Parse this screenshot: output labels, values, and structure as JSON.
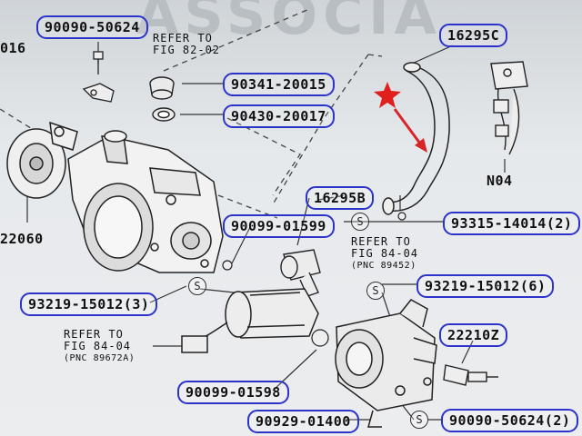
{
  "parts": {
    "p1": "90090-50624",
    "p2": "90341-20015",
    "p3": "90430-20017",
    "p4": "16295C",
    "p5": "16295B",
    "p6": "90099-01599",
    "p7": "93315-14014(2)",
    "p8": "93219-15012(3)",
    "p9": "93219-15012(6)",
    "p10": "22210Z",
    "p11": "90099-01598",
    "p12": "90929-01400",
    "p13": "90090-50624(2)"
  },
  "plain_labels": {
    "l016": "016",
    "l22060": "22060",
    "lN04": "N04"
  },
  "refs": {
    "r1": {
      "line1": "REFER TO",
      "line2": "FIG 82-02"
    },
    "r2": {
      "line1": "REFER TO",
      "line2": "FIG 84-04",
      "pnc": "(PNC 89452)"
    },
    "r3": {
      "line1": "REFER TO",
      "line2": "FIG 84-04",
      "pnc": "(PNC 89672A)"
    }
  },
  "s_mark": "S",
  "watermark": "ASSOCIA",
  "colors": {
    "outline": "#2b33c9",
    "star": "#e0201c",
    "arrow": "#d8252a"
  }
}
